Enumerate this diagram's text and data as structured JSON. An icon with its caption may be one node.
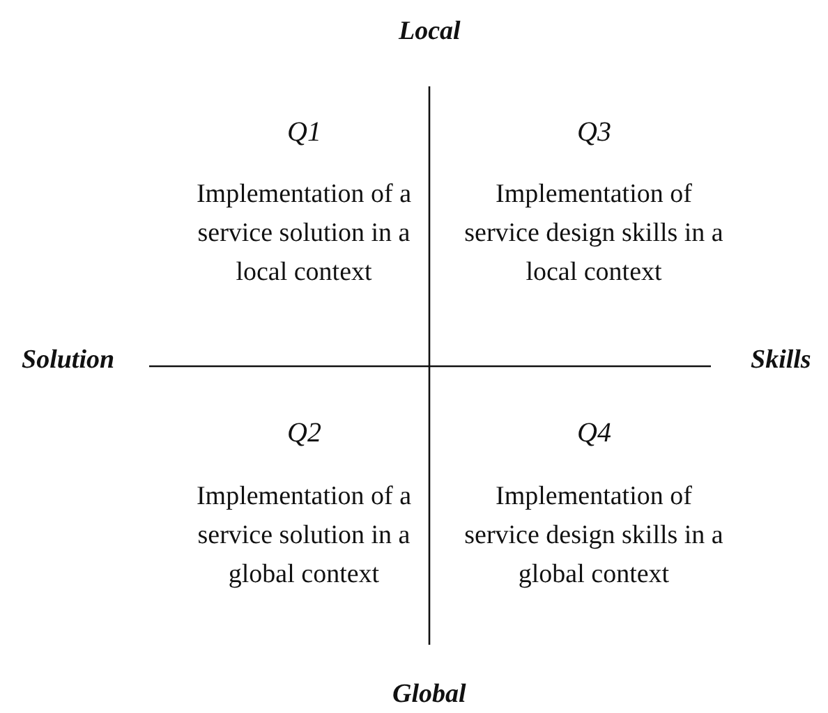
{
  "diagram": {
    "labels": [
      "Local",
      "Q1",
      "Q3",
      "Implementation of a service solution in a local context",
      "Implementation of service design skills in a local context",
      "Solution",
      "Skills",
      "Q2",
      "Q4",
      "Implementation of a service solution in a global context",
      "Implementation of service design skills in a global context",
      "Global"
    ]
  }
}
